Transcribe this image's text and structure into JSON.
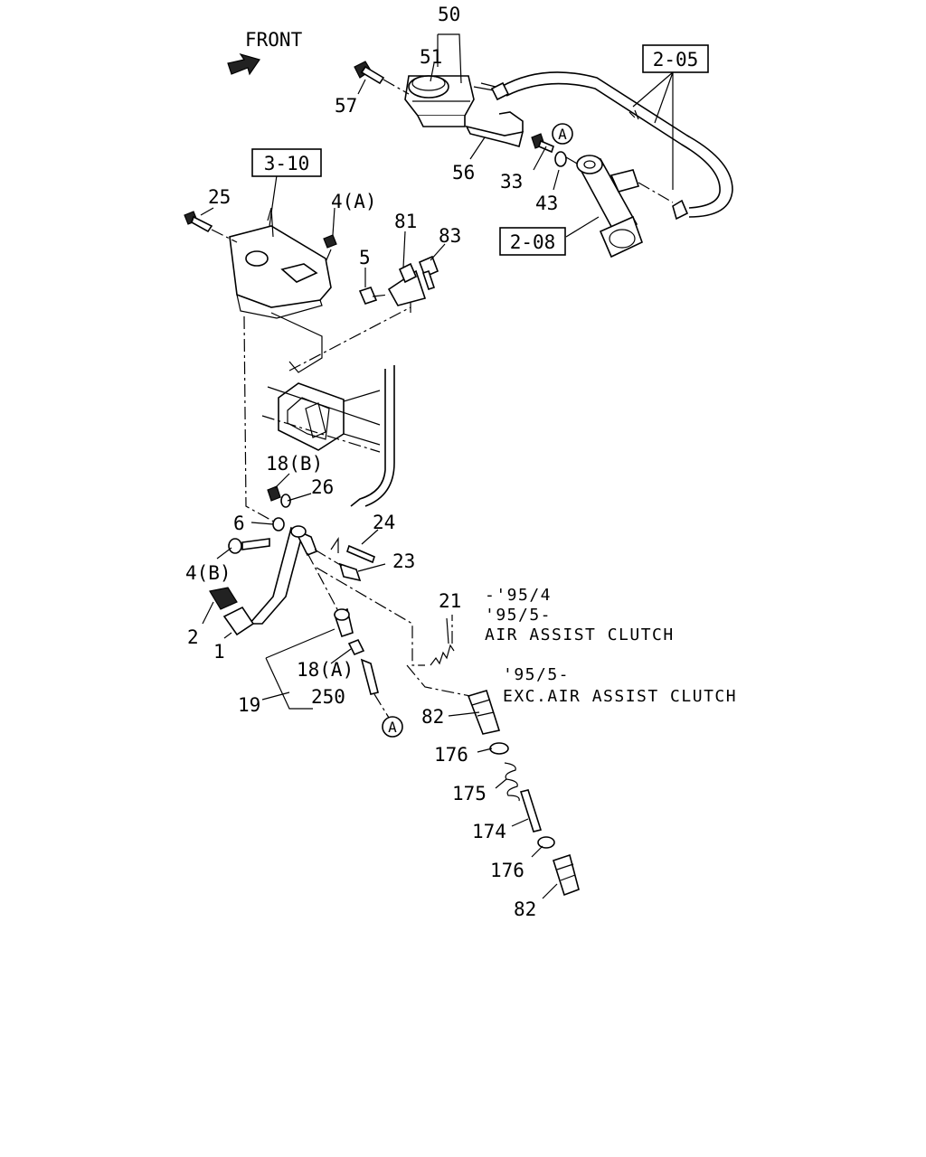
{
  "front_label": "FRONT",
  "refs": {
    "r1": "3-10",
    "r2": "2-05",
    "r3": "2-08"
  },
  "callouts": {
    "c1": "A",
    "c2": "A"
  },
  "labels": {
    "p50": "50",
    "p51": "51",
    "p57": "57",
    "p56": "56",
    "p33": "33",
    "p43": "43",
    "p25": "25",
    "p4a": "4(A)",
    "p81": "81",
    "p83": "83",
    "p5": "5",
    "p18b": "18(B)",
    "p26": "26",
    "p6": "6",
    "p24": "24",
    "p4b": "4(B)",
    "p23": "23",
    "p2": "2",
    "p1": "1",
    "p21": "21",
    "p18a": "18(A)",
    "p250": "250",
    "p19": "19",
    "p82a": "82",
    "p176a": "176",
    "p175": "175",
    "p174": "174",
    "p176b": "176",
    "p82b": "82"
  },
  "notes": {
    "n1": "-'95/4",
    "n2": "'95/5-",
    "n3": "AIR ASSIST CLUTCH",
    "n4": "'95/5-",
    "n5": "EXC.AIR ASSIST CLUTCH"
  }
}
